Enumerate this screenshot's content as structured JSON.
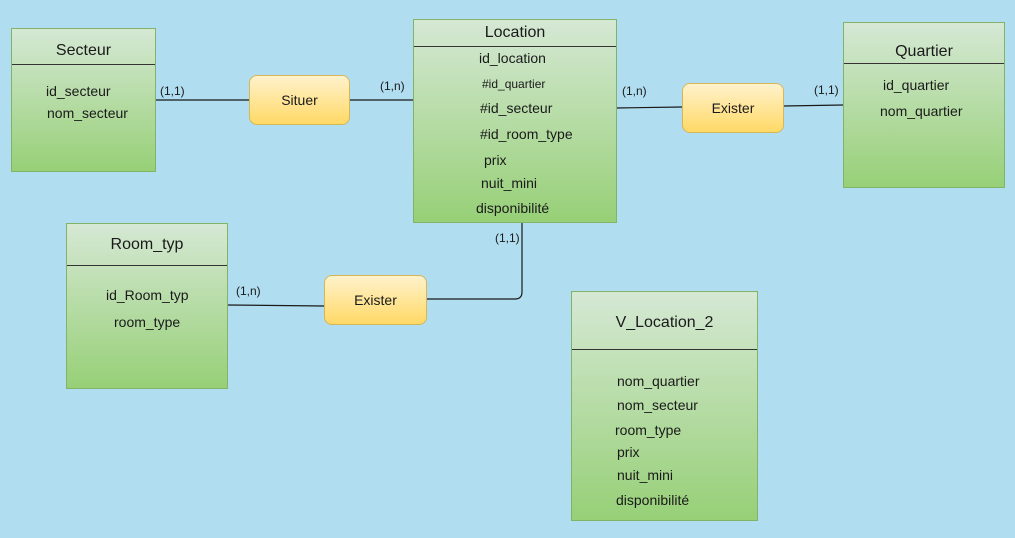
{
  "entities": {
    "secteur": {
      "title": "Secteur",
      "attributes": [
        "id_secteur",
        "nom_secteur"
      ]
    },
    "location": {
      "title": "Location",
      "attributes": [
        "id_location",
        "#id_quartier",
        "#id_secteur",
        "#id_room_type",
        "prix",
        "nuit_mini",
        "disponibilité"
      ]
    },
    "quartier": {
      "title": "Quartier",
      "attributes": [
        "id_quartier",
        "nom_quartier"
      ]
    },
    "room_typ": {
      "title": "Room_typ",
      "attributes": [
        "id_Room_typ",
        "room_type"
      ]
    },
    "v_location_2": {
      "title": "V_Location_2",
      "attributes": [
        "nom_quartier",
        "nom_secteur",
        "room_type",
        "prix",
        "nuit_mini",
        "disponibilité"
      ]
    }
  },
  "associations": {
    "situer": "Situer",
    "exister_quartier": "Exister",
    "exister_room": "Exister"
  },
  "cardinalities": {
    "secteur_situer": "(1,1)",
    "location_situer": "(1,n)",
    "location_exister": "(1,n)",
    "quartier_exister": "(1,1)",
    "location_room": "(1,1)",
    "room_exister": "(1,n)"
  },
  "colors": {
    "background": "#b1ddf0",
    "entity_fill_top": "#d5e8d4",
    "entity_fill_bottom": "#97d077",
    "entity_border": "#82b366",
    "association_fill_top": "#fff2cc",
    "association_fill_bottom": "#ffd966",
    "association_border": "#d6b656",
    "connector": "#1a1a1a"
  }
}
